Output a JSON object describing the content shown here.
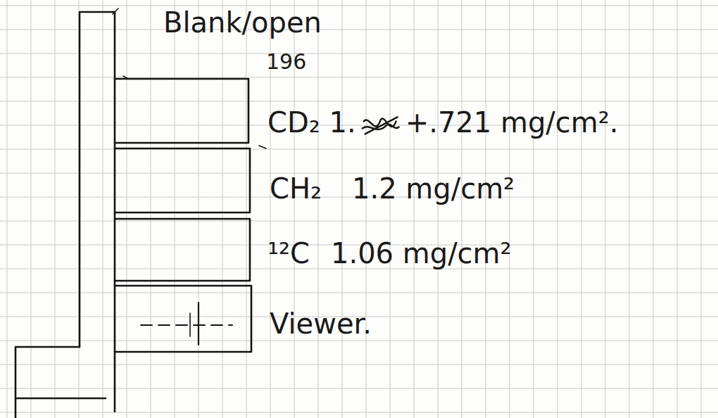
{
  "diagram": {
    "labels": [
      "Blank/open",
      "196",
      "CD₂ 1.",
      "+.721 mg/cm².",
      "CH₂",
      "1.2 mg/cm²",
      "¹²C",
      "1.06 mg/cm²",
      "Viewer."
    ]
  }
}
